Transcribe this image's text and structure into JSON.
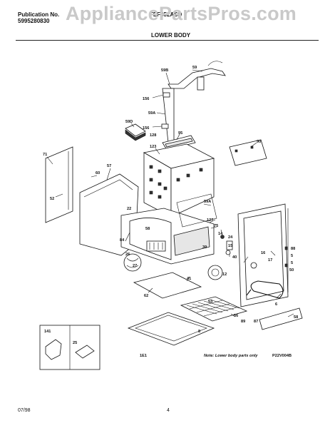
{
  "header": {
    "publication_label": "Publication No.",
    "publication_number": "5995280830",
    "model": "FEF352ASD",
    "section_title": "LOWER BODY",
    "watermark": "AppliancePartsPros.com"
  },
  "footer": {
    "date": "07/98",
    "page": "4"
  },
  "diagram": {
    "note": "Note: Lower body parts only",
    "figure_code": "P22V004B",
    "callouts": [
      "59",
      "59B",
      "156",
      "59A",
      "156",
      "128",
      "59D",
      "95",
      "123",
      "71",
      "90",
      "57",
      "60",
      "52",
      "59A",
      "22",
      "84",
      "127",
      "75",
      "14",
      "24",
      "39",
      "41",
      "26",
      "27",
      "88",
      "5",
      "5",
      "16",
      "17",
      "50",
      "40",
      "15",
      "12",
      "6",
      "62",
      "53",
      "8",
      "89",
      "87",
      "56",
      "58",
      "141",
      "25",
      "1E1",
      "58"
    ]
  }
}
